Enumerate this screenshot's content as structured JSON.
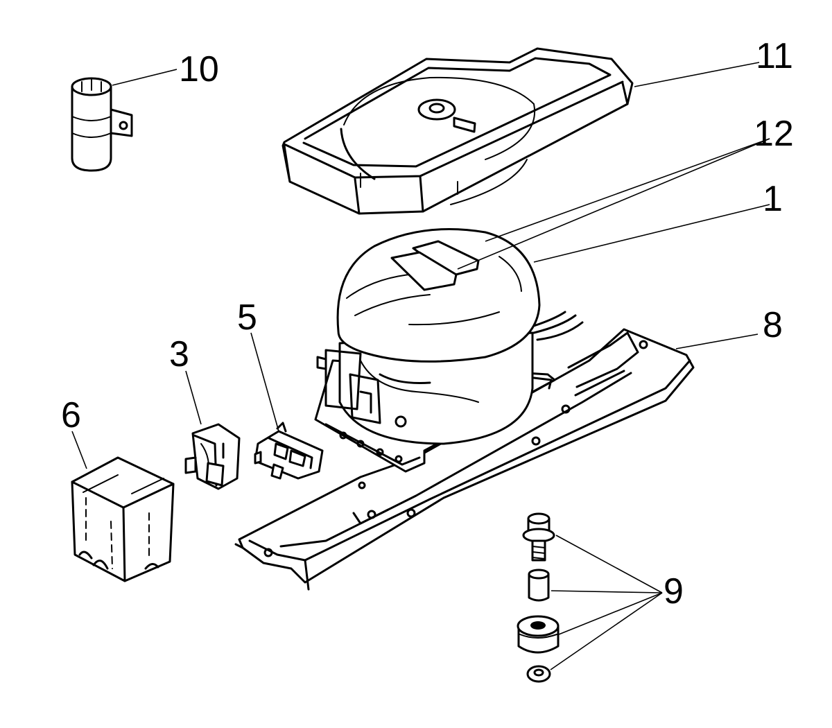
{
  "callouts": {
    "c1": "1",
    "c3": "3",
    "c5": "5",
    "c6": "6",
    "c8": "8",
    "c9": "9",
    "c10": "10",
    "c11": "11",
    "c12": "12"
  }
}
